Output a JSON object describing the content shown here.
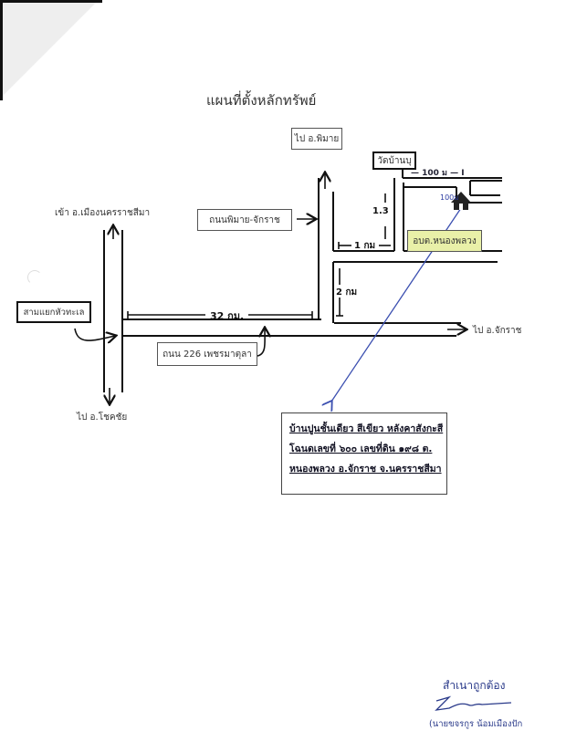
{
  "document": {
    "title": "แผนที่ตั้งหลักทรัพย์"
  },
  "labels": {
    "to_phimai": "ไป อ.พิมาย",
    "wat_ban": "วัดบ้านบุ",
    "dist_100m": "— 100 ม — I",
    "dist_100m_vertical": "100ม",
    "to_nakhon_ratchasima": "เข้า อ.เมืองนครราชสีมา",
    "phimai_chakkarat_road": "ถนนพิมาย-จักราช",
    "dist_13": "1.3",
    "dist_1km": "1 กม",
    "sao_nong_phluang": "อบต.หนองพลวง",
    "sam_yaek": "สามแยกหัวทะเล",
    "dist_32km": "32 กม.",
    "dist_2km": "2 กม",
    "to_chakkarat": "ไป อ.จักราช",
    "road_226": "ถนน 226 เพชรมาตุลา",
    "to_chok_chai": "ไป อ.โชคชัย"
  },
  "property_note": {
    "line1": "บ้านปูนชั้นเดียว สีเขียว หลังคาสังกะสี",
    "line2": "โฉนดเลขที่ ๖๐๐ เลขที่ดิน ๑๙๘ ต.",
    "line3": "หนองพลวง อ.จักราช จ.นครราชสีมา"
  },
  "certification": {
    "text": "สำเนาถูกต้อง",
    "signer": "(นายขจรกูร  น้อมเมืองปัก"
  },
  "icons": {
    "house": "house-icon",
    "pointer": "blue-arrow-pointer"
  },
  "colors": {
    "ink": "#111111",
    "pointer_blue": "#3b4fb0",
    "highlight": "#e9f0a8",
    "signature_blue": "#2a3a8a"
  }
}
